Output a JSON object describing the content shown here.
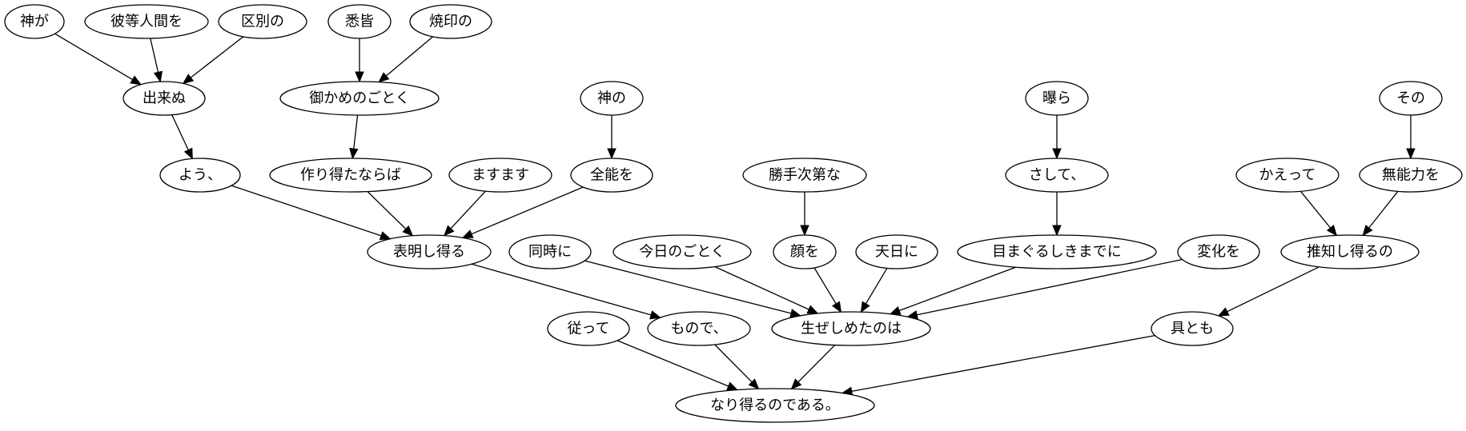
{
  "nodes": [
    {
      "id": "n0",
      "label": "神が"
    },
    {
      "id": "n1",
      "label": "彼等人間を"
    },
    {
      "id": "n2",
      "label": "区別の"
    },
    {
      "id": "n3",
      "label": "出来ぬ"
    },
    {
      "id": "n4",
      "label": "よう、"
    },
    {
      "id": "n5",
      "label": "悉皆"
    },
    {
      "id": "n6",
      "label": "焼印の"
    },
    {
      "id": "n7",
      "label": "御かめのごとく"
    },
    {
      "id": "n8",
      "label": "作り得たならば"
    },
    {
      "id": "n9",
      "label": "ますます"
    },
    {
      "id": "n10",
      "label": "神の"
    },
    {
      "id": "n11",
      "label": "全能を"
    },
    {
      "id": "n12",
      "label": "表明し得る"
    },
    {
      "id": "n13",
      "label": "同時に"
    },
    {
      "id": "n14",
      "label": "今日のごとく"
    },
    {
      "id": "n15",
      "label": "勝手次第な"
    },
    {
      "id": "n16",
      "label": "顔を"
    },
    {
      "id": "n17",
      "label": "天日に"
    },
    {
      "id": "n18",
      "label": "曝ら"
    },
    {
      "id": "n19",
      "label": "さして、"
    },
    {
      "id": "n20",
      "label": "目まぐるしきまでに"
    },
    {
      "id": "n21",
      "label": "変化を"
    },
    {
      "id": "n22",
      "label": "生ぜしめたのは"
    },
    {
      "id": "n23",
      "label": "その"
    },
    {
      "id": "n24",
      "label": "かえって"
    },
    {
      "id": "n25",
      "label": "無能力を"
    },
    {
      "id": "n26",
      "label": "推知し得るの"
    },
    {
      "id": "n27",
      "label": "従って"
    },
    {
      "id": "n28",
      "label": "もので、"
    },
    {
      "id": "n29",
      "label": "具とも"
    },
    {
      "id": "n30",
      "label": "なり得るのである。"
    }
  ],
  "edges": [
    [
      "n0",
      "n3"
    ],
    [
      "n1",
      "n3"
    ],
    [
      "n2",
      "n3"
    ],
    [
      "n3",
      "n4"
    ],
    [
      "n4",
      "n12"
    ],
    [
      "n5",
      "n7"
    ],
    [
      "n6",
      "n7"
    ],
    [
      "n7",
      "n8"
    ],
    [
      "n8",
      "n12"
    ],
    [
      "n9",
      "n12"
    ],
    [
      "n10",
      "n11"
    ],
    [
      "n11",
      "n12"
    ],
    [
      "n12",
      "n28"
    ],
    [
      "n13",
      "n22"
    ],
    [
      "n14",
      "n22"
    ],
    [
      "n15",
      "n16"
    ],
    [
      "n16",
      "n22"
    ],
    [
      "n17",
      "n22"
    ],
    [
      "n18",
      "n19"
    ],
    [
      "n19",
      "n20"
    ],
    [
      "n20",
      "n22"
    ],
    [
      "n21",
      "n22"
    ],
    [
      "n23",
      "n25"
    ],
    [
      "n24",
      "n26"
    ],
    [
      "n25",
      "n26"
    ],
    [
      "n26",
      "n29"
    ],
    [
      "n27",
      "n30"
    ],
    [
      "n28",
      "n30"
    ],
    [
      "n22",
      "n30"
    ],
    [
      "n29",
      "n30"
    ]
  ]
}
